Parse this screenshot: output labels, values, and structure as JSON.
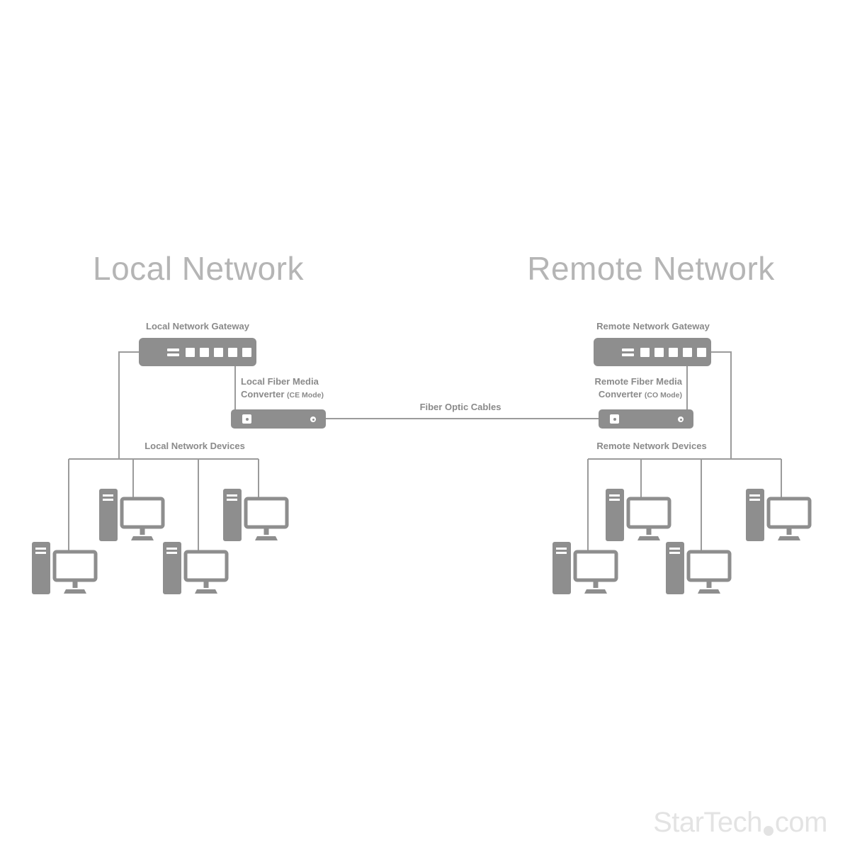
{
  "titles": {
    "local": "Local Network",
    "remote": "Remote Network"
  },
  "local": {
    "gateway_label": "Local Network Gateway",
    "converter_line1": "Local Fiber Media",
    "converter_line2": "Converter",
    "converter_mode": "(CE Mode)",
    "devices_label": "Local Network Devices"
  },
  "remote": {
    "gateway_label": "Remote Network Gateway",
    "converter_line1": "Remote Fiber Media",
    "converter_line2": "Converter",
    "converter_mode": "(CO Mode)",
    "devices_label": "Remote Network Devices"
  },
  "connection": {
    "label": "Fiber Optic Cables"
  },
  "watermark": {
    "brand": "StarTech",
    "tld": "com"
  },
  "colors": {
    "device": "#8e8e8e",
    "line": "#9b9b9b",
    "label": "#8a8a8a",
    "title": "#b5b5b5",
    "watermark": "#e3e3e3"
  }
}
